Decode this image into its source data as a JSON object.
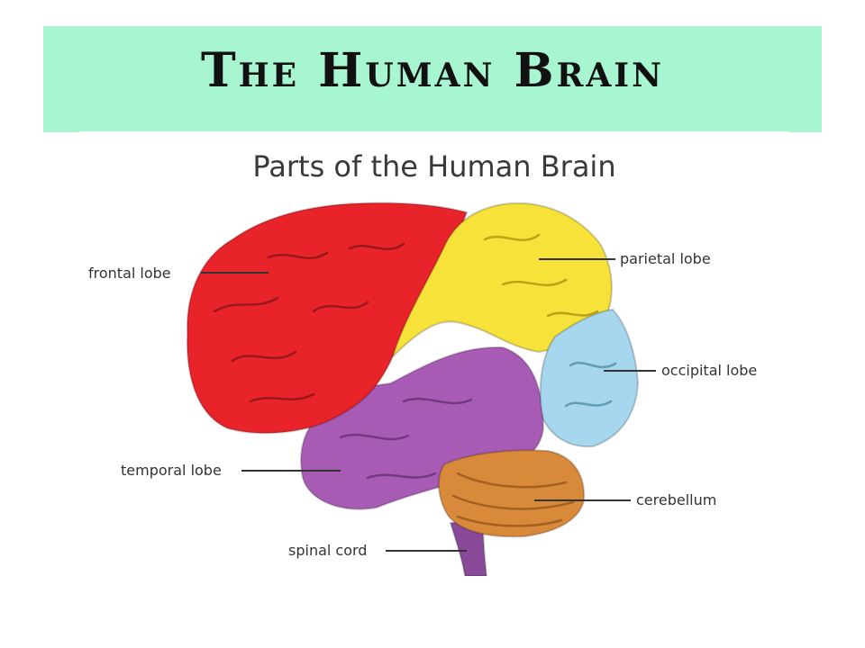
{
  "slide": {
    "title": "The Human Brain",
    "banner_color": "#a8f5d2"
  },
  "diagram": {
    "title": "Parts of the Human Brain",
    "parts": [
      {
        "label": "frontal lobe",
        "color": "#e8232a",
        "icon": "frontal-lobe-region"
      },
      {
        "label": "parietal lobe",
        "color": "#f7e23a",
        "icon": "parietal-lobe-region"
      },
      {
        "label": "occipital lobe",
        "color": "#a6d7ef",
        "icon": "occipital-lobe-region"
      },
      {
        "label": "temporal lobe",
        "color": "#a85bb5",
        "icon": "temporal-lobe-region"
      },
      {
        "label": "cerebellum",
        "color": "#d9893a",
        "icon": "cerebellum-region"
      },
      {
        "label": "spinal cord",
        "color": "#8a4a9a",
        "icon": "spinal-cord-region"
      }
    ]
  }
}
